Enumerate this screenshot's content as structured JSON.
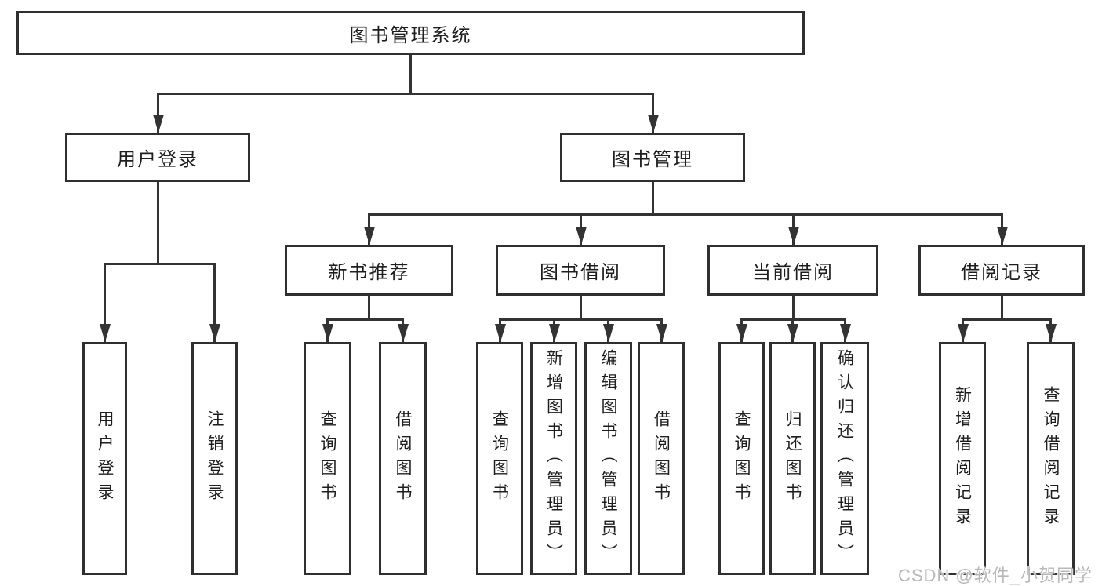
{
  "diagram": {
    "title": "图书管理系统",
    "root": {
      "label": "图书管理系统"
    },
    "level2": [
      {
        "label": "用户登录"
      },
      {
        "label": "图书管理"
      }
    ],
    "level3": [
      {
        "label": "新书推荐",
        "parent": "图书管理"
      },
      {
        "label": "图书借阅",
        "parent": "图书管理"
      },
      {
        "label": "当前借阅",
        "parent": "图书管理"
      },
      {
        "label": "借阅记录",
        "parent": "图书管理"
      }
    ],
    "leaves": [
      {
        "label": "用户登录",
        "parent": "用户登录"
      },
      {
        "label": "注销登录",
        "parent": "用户登录"
      },
      {
        "label": "查询图书",
        "parent": "新书推荐"
      },
      {
        "label": "借阅图书",
        "parent": "新书推荐"
      },
      {
        "label": "查询图书",
        "parent": "图书借阅"
      },
      {
        "label": "新增图书（管理员）",
        "parent": "图书借阅"
      },
      {
        "label": "编辑图书（管理员）",
        "parent": "图书借阅"
      },
      {
        "label": "借阅图书",
        "parent": "图书借阅"
      },
      {
        "label": "查询图书",
        "parent": "当前借阅"
      },
      {
        "label": "归还图书",
        "parent": "当前借阅"
      },
      {
        "label": "确认归还（管理员）",
        "parent": "当前借阅"
      },
      {
        "label": "新增借阅记录",
        "parent": "借阅记录"
      },
      {
        "label": "查询借阅记录",
        "parent": "借阅记录"
      }
    ]
  },
  "watermark": {
    "text": "CSDN @软件_小贺同学"
  },
  "colors": {
    "line": "#333333",
    "border": "#2f2f2f",
    "text": "#1e1e1e",
    "background": "#ffffff",
    "watermark": "#b8b8b8"
  }
}
